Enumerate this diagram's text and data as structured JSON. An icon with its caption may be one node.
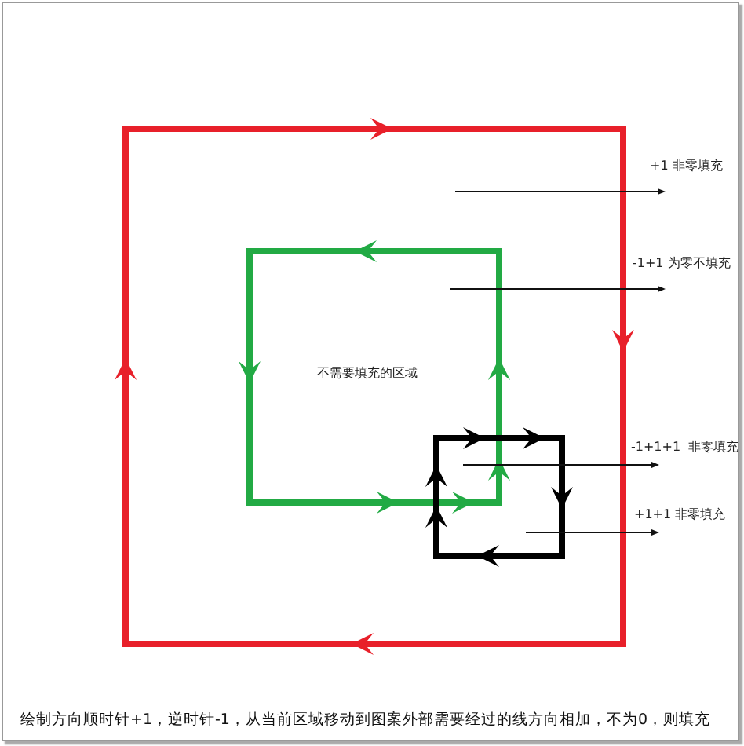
{
  "diagram": {
    "caption": "绘制方向顺时针+1，逆时针-1，从当前区域移动到图案外部需要经过的线方向相加，不为0，则填充",
    "labels": [
      "+1 非零填充",
      "-1+1 为零不填充",
      "不需要填充的区域",
      "-1+1+1  非零填充",
      "+1+1 非零填充"
    ]
  }
}
